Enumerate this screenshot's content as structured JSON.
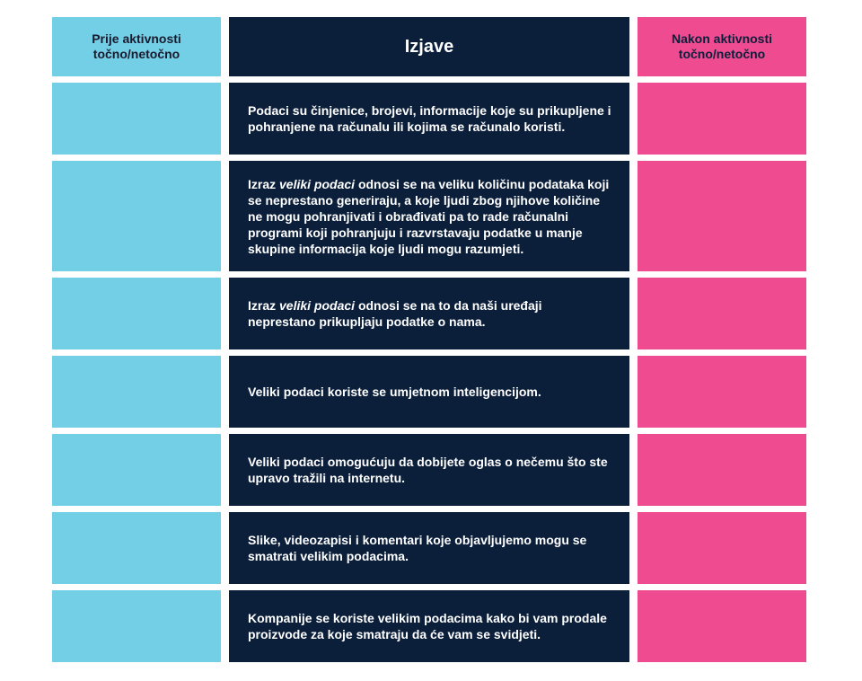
{
  "table": {
    "header": {
      "before": "Prije aktivnosti točno/netočno",
      "statements": "Izjave",
      "after": "Nakon aktivnosti točno/netočno"
    },
    "rows": [
      {
        "pre": "Podaci su činjenice, brojevi, informacije koje su prikupljene i pohranjene na računalu ili kojima se računalo koristi.",
        "em": "",
        "post": ""
      },
      {
        "pre": "Izraz ",
        "em": "veliki podaci",
        "post": " odnosi se na veliku količinu podataka koji se neprestano generiraju, a koje ljudi zbog njihove količine ne mogu pohranjivati i obrađivati pa to rade računalni programi koji pohranjuju i razvrstavaju podatke u manje skupine informacija koje ljudi mogu razumjeti."
      },
      {
        "pre": "Izraz ",
        "em": "veliki podaci",
        "post": " odnosi se na to da naši uređaji neprestano prikupljaju podatke o nama."
      },
      {
        "pre": "Veliki podaci koriste se umjetnom inteligencijom.",
        "em": "",
        "post": ""
      },
      {
        "pre": "Veliki podaci omogućuju da dobijete oglas o nečemu što ste upravo tražili na internetu.",
        "em": "",
        "post": ""
      },
      {
        "pre": "Slike, videozapisi i komentari koje objavljujemo mogu se smatrati velikim podacima.",
        "em": "",
        "post": ""
      },
      {
        "pre": "Kompanije se koriste velikim podacima kako bi vam prodale proizvode za koje smatraju da će vam se svidjeti.",
        "em": "",
        "post": ""
      }
    ]
  },
  "colors": {
    "before_column": "#73cfe5",
    "statement_column": "#0b1f3b",
    "after_column": "#ef4b91"
  }
}
